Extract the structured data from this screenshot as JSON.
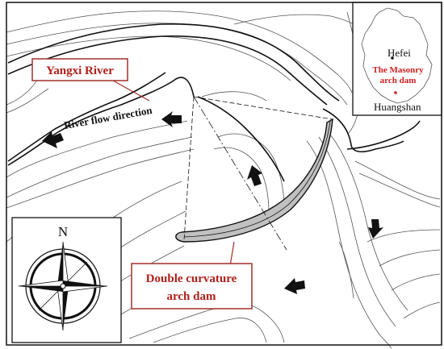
{
  "labels": {
    "river_name": "Yangxi River",
    "flow_direction": "River flow direction",
    "dam_type_line1": "Double curvature",
    "dam_type_line2": "arch dam"
  },
  "inset_map": {
    "city_1": "Hefei",
    "dam_label_line1": "The Masonry",
    "dam_label_line2": "arch dam",
    "city_2": "Huangshan"
  },
  "compass": {
    "north_letter": "N"
  },
  "colors": {
    "callout_border": "#a0302a",
    "callout_text": "#b0201a",
    "inset_dam_text": "#d02020",
    "dam_fill": "#c0c0c0",
    "contour": "#555555"
  }
}
